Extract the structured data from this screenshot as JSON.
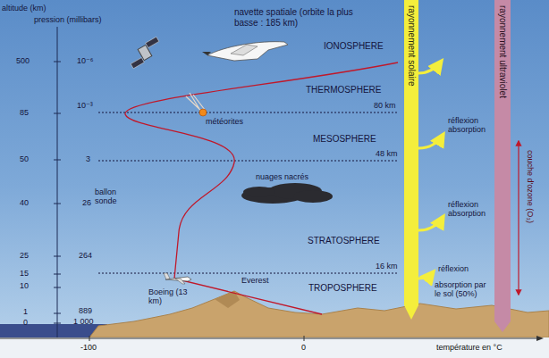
{
  "diagram": {
    "nodes": [
      {
        "text": [
          "rayonnement solaire"
        ]
      },
      {
        "text": [
          "rayonnement ultraviolet"
        ]
      }
    ],
    "labels": [
      "altitude (km)",
      "pression (millibars)",
      "500",
      "85",
      "50",
      "40",
      "25",
      "15",
      "10",
      "1",
      "0",
      "10⁻⁶",
      "10⁻³",
      "3",
      "26",
      "264",
      "889",
      "1 000",
      "navette spatiale (orbite la plus basse : 185 km)",
      "IONOSPHERE",
      "THERMOSPHERE",
      "80 km",
      "météorites",
      "MESOSPHERE",
      "48 km",
      "nuages nacrés",
      "ballon sonde",
      "STRATOSPHERE",
      "16 km",
      "Boeing (13 km)",
      "Everest",
      "TROPOSPHERE",
      "réflexion absorption",
      "réflexion absorption",
      "réflexion",
      "absorption par le sol (50%)",
      "couche d'ozone (O₃)",
      "-100",
      "0",
      "température en °C"
    ]
  }
}
